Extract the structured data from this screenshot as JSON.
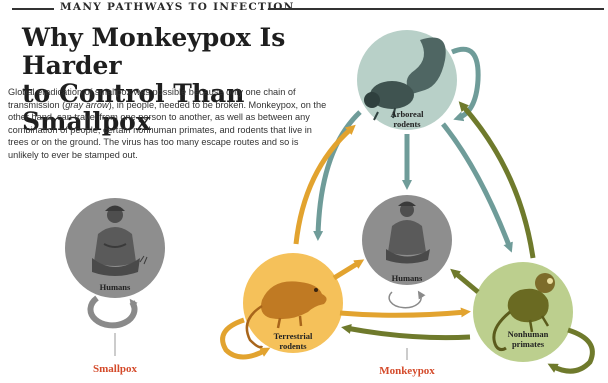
{
  "banner": {
    "text": "MANY PATHWAYS TO INFECTION"
  },
  "title": {
    "line1": "Why Monkeypox Is Harder",
    "line2": "to Control Than Smallpox"
  },
  "intro": {
    "p1": "Global eradication of smallpox was possible because only one chain of transmission (",
    "italic": "gray arrow",
    "p2": "), in people, needed to be broken. Monkeypox, on the other hand, can travel from one person to another, as well as between any combination of people, certain nonhuman primates, and rodents that live in trees or on the ground. The virus has too many escape routes and so is unlikely to ever be stamped out."
  },
  "nodes": {
    "smallpox_humans": "Humans",
    "humans": "Humans",
    "arboreal_line1": "Arboreal",
    "arboreal_line2": "rodents",
    "terrestrial_line1": "Terrestrial",
    "terrestrial_line2": "rodents",
    "primates_line1": "Nonhuman",
    "primates_line2": "primates"
  },
  "captions": {
    "smallpox": "Smallpox",
    "monkeypox": "Monkeypox"
  },
  "colors": {
    "gray_arrow": "#8a8a8a",
    "teal_arrow": "#6f9c99",
    "orange_arrow": "#e2a32f",
    "olive_arrow": "#6f7a2c",
    "caption_red": "#d44a2a",
    "human_circle": "#8e8e8e",
    "arboreal_circle": "#b8d0c8",
    "terrestrial_circle": "#f5c15a",
    "primates_circle": "#bccf8e"
  },
  "icons": [
    "human-figure-icon",
    "arboreal-rodent-icon",
    "terrestrial-rodent-icon",
    "monkey-icon"
  ]
}
